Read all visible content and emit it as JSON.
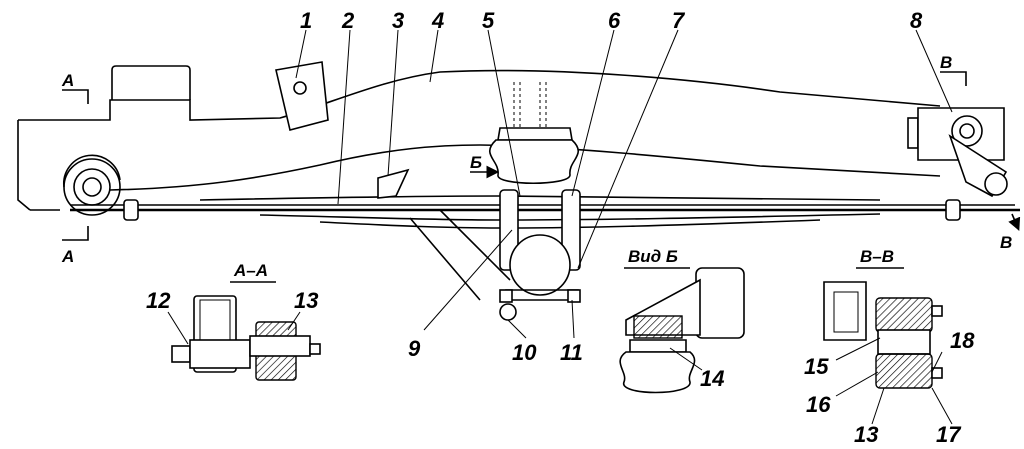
{
  "labels": {
    "n1": "1",
    "n2": "2",
    "n3": "3",
    "n4": "4",
    "n5": "5",
    "n6": "6",
    "n7": "7",
    "n8": "8",
    "n9": "9",
    "n10": "10",
    "n11": "11",
    "n12": "12",
    "n13a": "13",
    "n13b": "13",
    "n14": "14",
    "n15": "15",
    "n16": "16",
    "n17": "17",
    "n18": "18"
  },
  "sections": {
    "a_top": "А",
    "a_bottom": "А",
    "v_top": "В",
    "v_bottom": "В",
    "b_arrow": "Б",
    "title_aa": "А–А",
    "title_vid_b": "Вид Б",
    "title_vv": "В–В"
  }
}
